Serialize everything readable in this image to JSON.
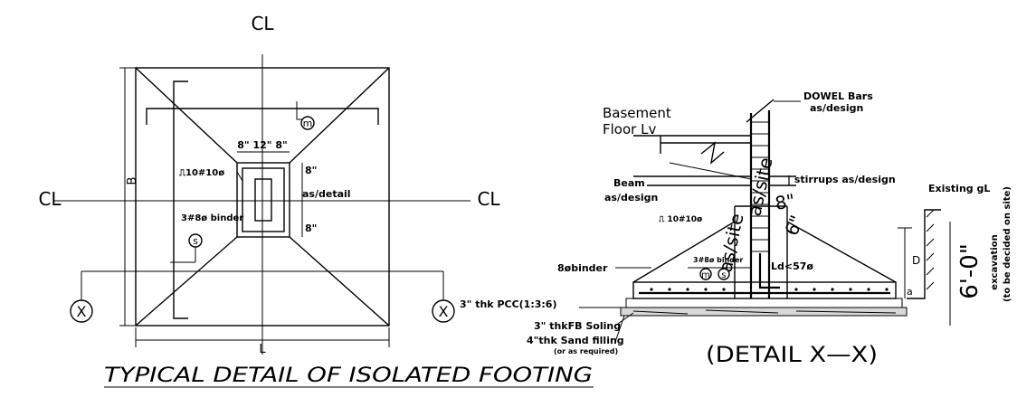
{
  "plan": {
    "centerline_top": "CL",
    "centerline_left": "CL",
    "centerline_right": "CL",
    "dim_b": "B",
    "dim_l": "L",
    "bar_mark_m": "m",
    "bar_mark_s": "s",
    "section_mark_left": "X",
    "section_mark_right": "X",
    "dim_top": "8\"  12\"  8\"",
    "dim_side_1": "8\"",
    "dim_side_2": "8\"",
    "col_bars": "⎍10#10ø",
    "col_detail": "as/detail",
    "binder": "3#8ø  binder"
  },
  "layers": {
    "pcc": "3\" thk PCC(1:3:6)",
    "soling": "3\" thkFB Soling",
    "sand": "4\"thk Sand filling",
    "sand_note": "(or as required)"
  },
  "plan_title": "TYPICAL  DETAIL  OF  ISOLATED  FOOTING",
  "section": {
    "basement_1": "Basement",
    "basement_2": "Floor  Lv",
    "dowel_1": "DOWEL Bars",
    "dowel_2": "as/design",
    "beam_1": "Beam",
    "beam_2": "as/design",
    "stirrups": "| stirrups  as/design",
    "existing_gl": "Existing  gL",
    "col_bars": "⎍ 10#10ø",
    "binder": "8øbinder",
    "binder_small": "3#8ø  binder",
    "ld": "Ld<57ø",
    "mark_m": "m",
    "mark_s": "s",
    "dim_d": "D",
    "dim_a": "a",
    "as_site_1": "as/site",
    "as_site_2": "as/site",
    "dim_8": "8\"",
    "dim_6": "6\"",
    "depth": "6'-0\"",
    "excavation_1": "excavation",
    "excavation_2": "(to be decided on site)"
  },
  "section_title": "(DETAIL  X—X)"
}
